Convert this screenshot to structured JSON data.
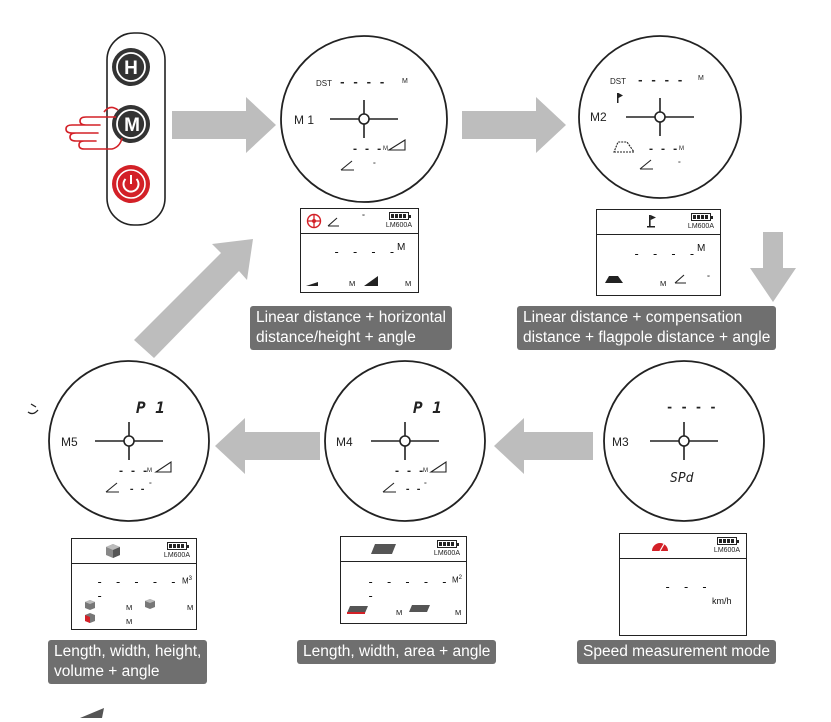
{
  "colors": {
    "label_bg": "#6f6f6f",
    "arrow": "#bdbdbd",
    "accent_red": "#d32027",
    "lcd_border": "#222222"
  },
  "remote": {
    "h_button": "H",
    "m_button": "M",
    "power_button": "power-icon"
  },
  "views": {
    "v1": {
      "dst": "DST",
      "dashes": "- - - -",
      "unit": "M",
      "mode": "M 1",
      "small_dashes": "- - -",
      "small_unit": "M",
      "deg": "°"
    },
    "v2": {
      "dst": "DST",
      "dashes": "- - - -",
      "unit": "M",
      "mode": "M2",
      "small_dashes": "- - -",
      "small_unit": "M",
      "deg": "°"
    },
    "v3": {
      "dashes": "- - - -",
      "mode": "M3",
      "speed": "SPd"
    },
    "v4": {
      "p": "P 1",
      "mode": "M4",
      "small_dashes": "- - -",
      "small_unit": "M",
      "dashes2": "- -",
      "deg": "°"
    },
    "v5": {
      "p": "P 1",
      "mode": "M5",
      "small_dashes": "- - -",
      "small_unit": "M",
      "dashes2": "- -",
      "deg": "°"
    }
  },
  "screens": {
    "s1": {
      "model": "LM600A",
      "dashes": "- - - -",
      "unit": "M",
      "u1": "M",
      "u2": "M",
      "deg": "°"
    },
    "s2": {
      "model": "LM600A",
      "dashes": "- - - -",
      "unit": "M",
      "u1": "M",
      "deg": "°"
    },
    "s3": {
      "model": "LM600A",
      "dashes": "- - -",
      "unit": "km/h"
    },
    "s4": {
      "model": "LM600A",
      "dashes": "- - - - - -",
      "unit": "M",
      "sup": "2",
      "u1": "M",
      "u2": "M"
    },
    "s5": {
      "model": "LM600A",
      "dashes": "- - - - - -",
      "unit": "M",
      "sup": "3",
      "u1": "M",
      "u2": "M",
      "u3": "M"
    }
  },
  "labels": {
    "l1": [
      "Linear distance + horizontal",
      "distance/height + angle"
    ],
    "l2": [
      "Linear distance + compensation",
      "distance + flagpole distance + angle"
    ],
    "l3": "Speed measurement mode",
    "l4": "Length, width, area + angle",
    "l5": [
      "Length, width, height,",
      "volume + angle"
    ]
  }
}
